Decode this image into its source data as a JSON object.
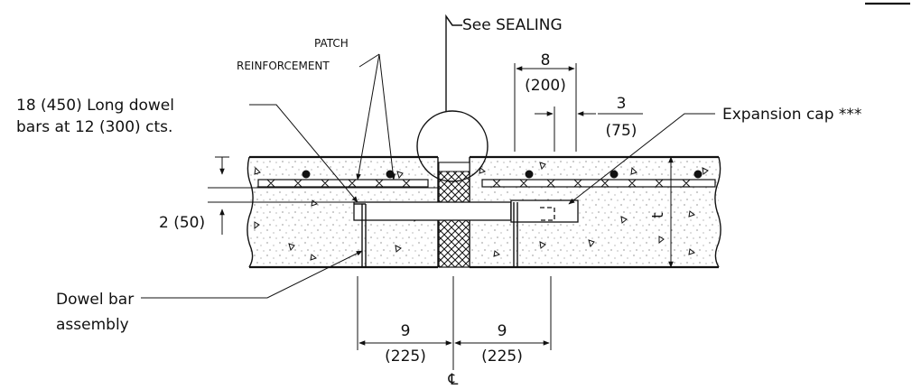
{
  "labels": {
    "see_sealing": "See SEALING",
    "patch_line1": "PATCH",
    "patch_line2": "REINFORCEMENT",
    "dowel_bars_line1": "18 (450) Long dowel",
    "dowel_bars_line2": "bars at 12 (300) cts.",
    "expansion_cap": "Expansion cap ***",
    "depth": "2 (50)",
    "thickness": "t",
    "dowel_assembly_line1": "Dowel bar",
    "dowel_assembly_line2": "assembly",
    "centerline": "℄"
  },
  "dimensions": {
    "top_value": "8",
    "top_metric": "(200)",
    "cap_value": "3",
    "cap_metric": "(75)",
    "left_value": "9",
    "left_metric": "(225)",
    "right_value": "9",
    "right_metric": "(225)"
  }
}
